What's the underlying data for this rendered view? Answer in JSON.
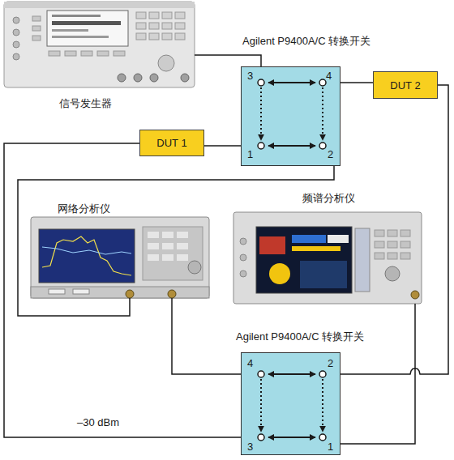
{
  "diagram": {
    "nodes": [
      {
        "text": [
          "信号发生器"
        ]
      },
      {
        "text": [
          "Agilent P9400A/C 转换开关",
          "3",
          "4",
          "1",
          "2"
        ]
      },
      {
        "text": [
          "DUT 2"
        ]
      },
      {
        "text": [
          "DUT 1"
        ]
      },
      {
        "text": [
          "频谱分析仪"
        ]
      },
      {
        "text": [
          "网络分析仪"
        ]
      },
      {
        "text": [
          "Agilent P9400A/C 转换开关",
          "4",
          "2",
          "3",
          "1"
        ]
      }
    ],
    "edges": [
      {
        "from": 0,
        "to": 1,
        "arrow": "none"
      },
      {
        "from": 1,
        "to": 2,
        "arrow": "none"
      },
      {
        "from": 1,
        "to": 3,
        "arrow": "none"
      },
      {
        "from": 1,
        "to": 5,
        "arrow": "none"
      },
      {
        "from": 3,
        "to": 6,
        "arrow": "none",
        "label": "–30 dBm"
      },
      {
        "from": 2,
        "to": 6,
        "arrow": "none"
      },
      {
        "from": 5,
        "to": 6,
        "arrow": "none"
      },
      {
        "from": 4,
        "to": 6,
        "arrow": "none"
      }
    ]
  }
}
